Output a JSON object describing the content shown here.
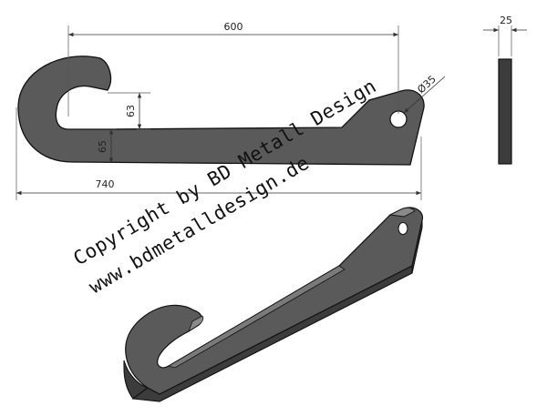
{
  "dimensions": {
    "length_inner": "600",
    "length_overall": "740",
    "thickness": "25",
    "hole_diameter": "Ø35",
    "hook_opening": "63",
    "arm_height": "65"
  },
  "watermark": {
    "line1": "Copyright by BD Metall Design",
    "line2": "www.bdmetalldesign.de"
  },
  "colors": {
    "part_face": "#5a5a5a",
    "part_top": "#8a8a8a",
    "part_side": "#3c3c3c",
    "outline": "#111111",
    "dimension": "#333333"
  }
}
